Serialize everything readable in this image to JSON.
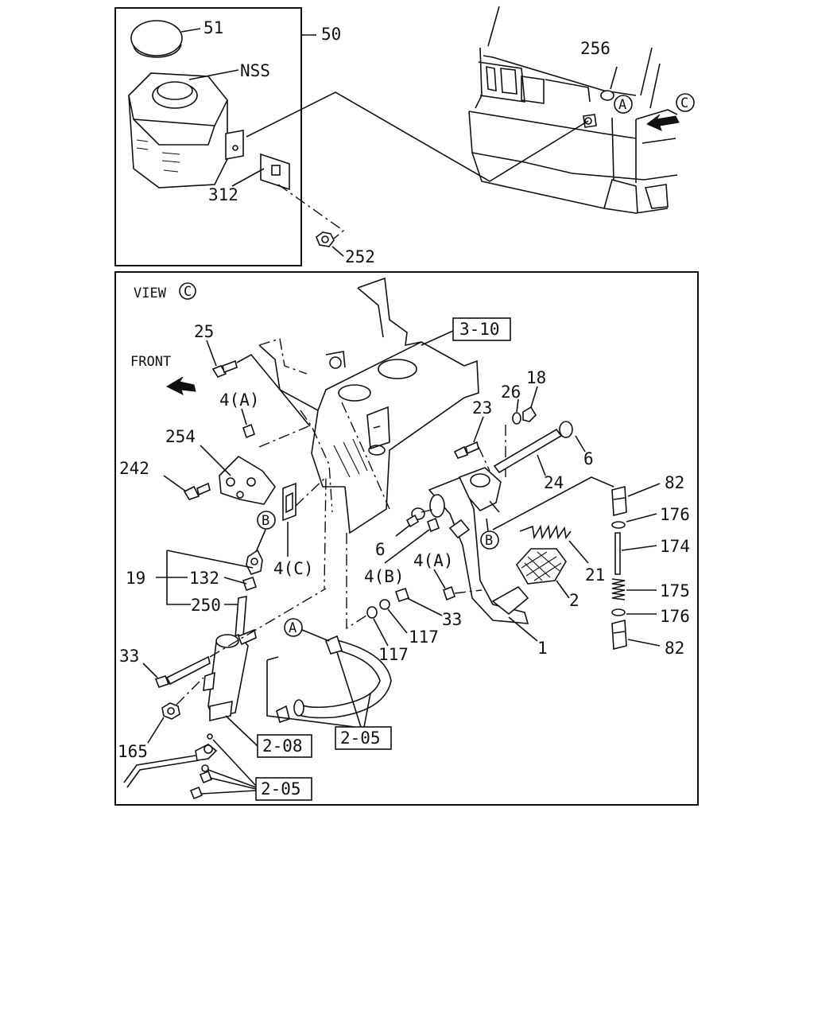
{
  "view": {
    "word": "VIEW",
    "circle_letter": "C"
  },
  "front_label": "FRONT",
  "circle_markers": {
    "A": "A",
    "B": "B",
    "C": "C"
  },
  "upper_panel": {
    "callouts": {
      "c50": "50",
      "c51": "51",
      "nss": "NSS",
      "c312": "312",
      "c252": "252",
      "c256": "256"
    }
  },
  "lower_panel": {
    "ref_boxes": {
      "r310": "3-10",
      "r208": "2-08",
      "r205a": "2-05",
      "r205b": "2-05"
    },
    "callouts": {
      "c25": "25",
      "c4a1": "4(A)",
      "c254": "254",
      "c242": "242",
      "c4c": "4(C)",
      "c19": "19",
      "c132": "132",
      "c250": "250",
      "c33a": "33",
      "c165": "165",
      "c23": "23",
      "c26": "26",
      "c18": "18",
      "c6a": "6",
      "c24": "24",
      "c6b": "6",
      "c4b": "4(B)",
      "c4a2": "4(A)",
      "c21": "21",
      "c2": "2",
      "c33b": "33",
      "c117a": "117",
      "c117b": "117",
      "c1": "1",
      "c82a": "82",
      "c176a": "176",
      "c174": "174",
      "c175": "175",
      "c176b": "176",
      "c82b": "82"
    }
  }
}
